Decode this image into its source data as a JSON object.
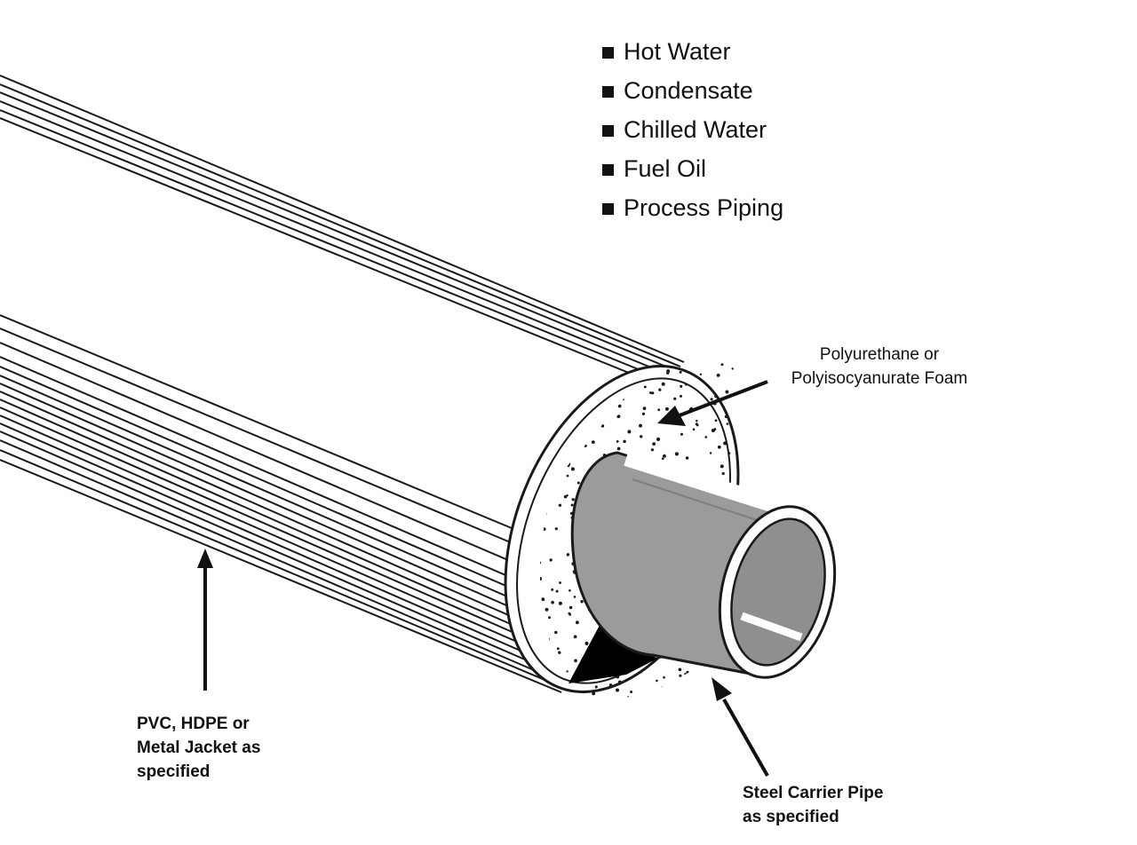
{
  "applications": {
    "items": [
      "Hot Water",
      "Condensate",
      "Chilled Water",
      "Fuel Oil",
      "Process Piping"
    ]
  },
  "callouts": {
    "foam": [
      "Polyurethane or",
      "Polyisocyanurate Foam"
    ],
    "jacket": [
      "PVC, HDPE or",
      "Metal Jacket as",
      "specified"
    ],
    "steel": [
      "Steel Carrier Pipe",
      "as specified"
    ]
  },
  "colors": {
    "line": "#1a1a1a",
    "jacket_face": "#ffffff",
    "steel": "#9b9b9b",
    "steel_inner": "#8f8f8f",
    "shadow": "#000000"
  }
}
